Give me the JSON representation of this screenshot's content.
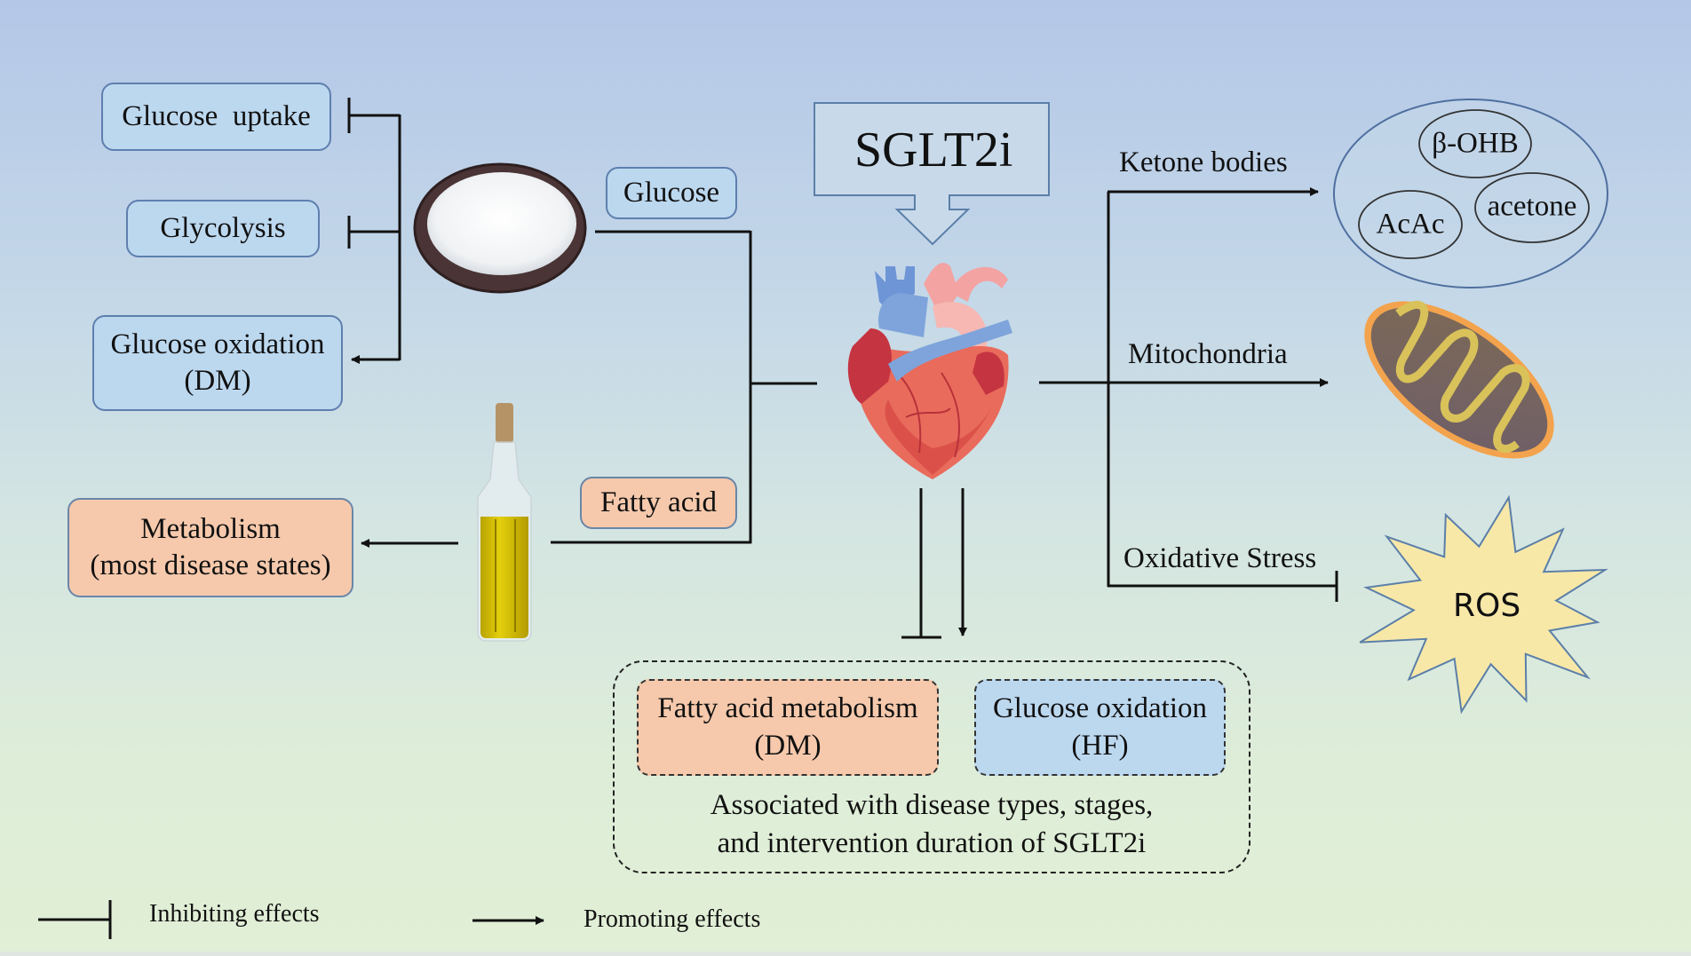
{
  "title_callout": "SGLT2i",
  "left_panel": {
    "glucose_uptake": "Glucose  uptake",
    "glycolysis": "Glycolysis",
    "glucose_oxidation_dm": [
      "Glucose oxidation",
      "(DM)"
    ],
    "metabolism": [
      "Metabolism",
      "(most disease states)"
    ]
  },
  "substrates": {
    "glucose": "Glucose",
    "fatty_acid": "Fatty acid"
  },
  "right_panel": {
    "ketone_bodies": "Ketone bodies",
    "mitochondria": "Mitochondria",
    "oxidative_stress": "Oxidative Stress",
    "ketones": [
      "β-OHB",
      "AcAc",
      "acetone"
    ],
    "ros": "ROS"
  },
  "bottom_panel": {
    "fatty_acid_metabolism": [
      "Fatty acid metabolism",
      "(DM)"
    ],
    "glucose_oxidation_hf": [
      "Glucose oxidation",
      "(HF)"
    ],
    "caption": [
      "Associated with disease types, stages,",
      "and intervention duration of SGLT2i"
    ]
  },
  "legend": {
    "inhibiting": "Inhibiting effects",
    "promoting": "Promoting effects"
  },
  "colors": {
    "glucose_box": "#bcd8ef",
    "fatty_box": "#f6c9ac",
    "box_border": "#5e7fae",
    "ros_fill": "#f7e8a8",
    "ros_stroke": "#5b7fa8",
    "ketone_ellipse_stroke": "#4f6f9f"
  }
}
